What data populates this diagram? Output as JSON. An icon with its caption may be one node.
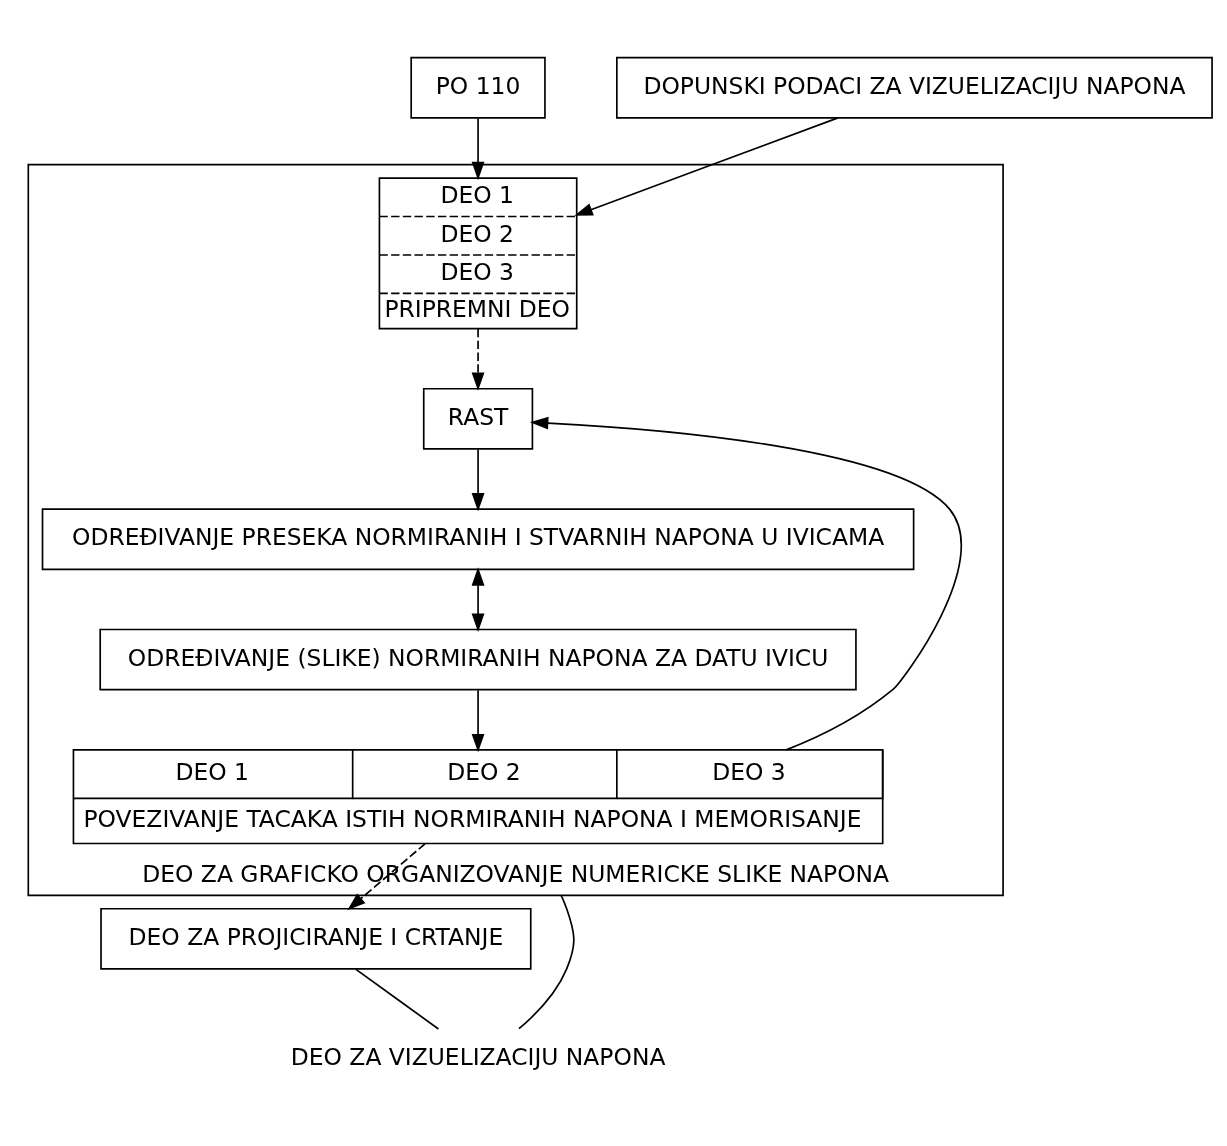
{
  "diagram": {
    "nodes": [
      {
        "text": [
          "PO 110"
        ]
      },
      {
        "text": [
          "DEO ZA GRAFICKO ORGANIZOVANJE NUMERICKE SLIKE NAPONA"
        ]
      },
      {
        "text": [
          "DEO 1",
          "DEO 2",
          "DEO 3",
          "PRIPREMNI DEO"
        ],
        "in": 1
      },
      {
        "text": [
          "DOPUNSKI PODACI ZA VIZUELIZACIJU NAPONA"
        ]
      },
      {
        "text": [
          "RAST"
        ],
        "in": 1
      },
      {
        "text": [
          "ODREĐIVANJE PRESEKA NORMIRANIH I STVARNIH NAPONA U IVICAMA"
        ],
        "in": 1
      },
      {
        "text": [
          "ODREĐIVANJE (SLIKE) NORMIRANIH NAPONA ZA DATU IVICU"
        ],
        "in": 1
      },
      {
        "text": [
          "DEO 1",
          "DEO 2",
          "DEO 3",
          "POVEZIVANJE TACAKA ISTIH NORMIRANIH NAPONA I MEMORISANJE"
        ],
        "in": 1
      },
      {
        "text": [
          "DEO ZA PROJICIRANJE I CRTANJE"
        ]
      },
      {
        "text": [
          "DEO ZA VIZUELIZACIJU NAPONA"
        ]
      }
    ],
    "edges": [
      {
        "from": 0,
        "to": 2,
        "arrow": "to"
      },
      {
        "from": 3,
        "to": 2,
        "arrow": "to"
      },
      {
        "from": 2,
        "to": 4,
        "arrow": "to",
        "style": "dashed"
      },
      {
        "from": 4,
        "to": 5,
        "arrow": "to"
      },
      {
        "from": 5,
        "to": 6,
        "arrow": "both"
      },
      {
        "from": 6,
        "to": 7,
        "arrow": "to"
      },
      {
        "from": 7,
        "to": 4,
        "arrow": "to"
      },
      {
        "from": 7,
        "to": 8,
        "arrow": "to",
        "style": "dashed"
      },
      {
        "from": 1,
        "to": 9,
        "arrow": "none"
      },
      {
        "from": 8,
        "to": 9,
        "arrow": "none"
      }
    ]
  }
}
